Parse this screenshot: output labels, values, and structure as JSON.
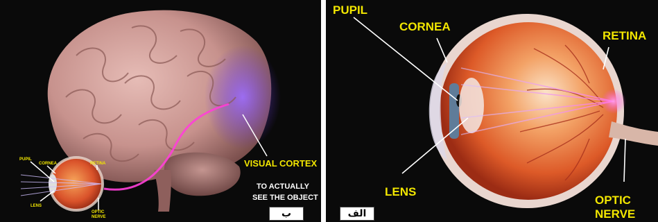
{
  "panel_b": {
    "labels": {
      "visual_cortex": "VISUAL CORTEX",
      "to_actually": "TO ACTUALLY",
      "see_the_object": "SEE THE OBJECT",
      "small_pupil": "PUPIL",
      "small_cornea": "CORNEA",
      "small_retina": "RETINA",
      "small_lens": "LENS",
      "small_optic": "OPTIC",
      "small_nerve": "NERVE"
    },
    "tag": "ب"
  },
  "panel_a": {
    "labels": {
      "pupil": "PUPIL",
      "cornea": "CORNEA",
      "retina": "RETINA",
      "lens": "LENS",
      "optic": "OPTIC",
      "nerve": "NERVE"
    },
    "tag": "الف"
  },
  "colors": {
    "label_yellow": "#f2e600",
    "brain_pink": "#d7a3a0",
    "cortex_glow": "#7a4cff",
    "eye_orange": "#e86a2e",
    "ray_violet": "#c8a6ff",
    "nerve_pink": "#ff3fd8"
  }
}
